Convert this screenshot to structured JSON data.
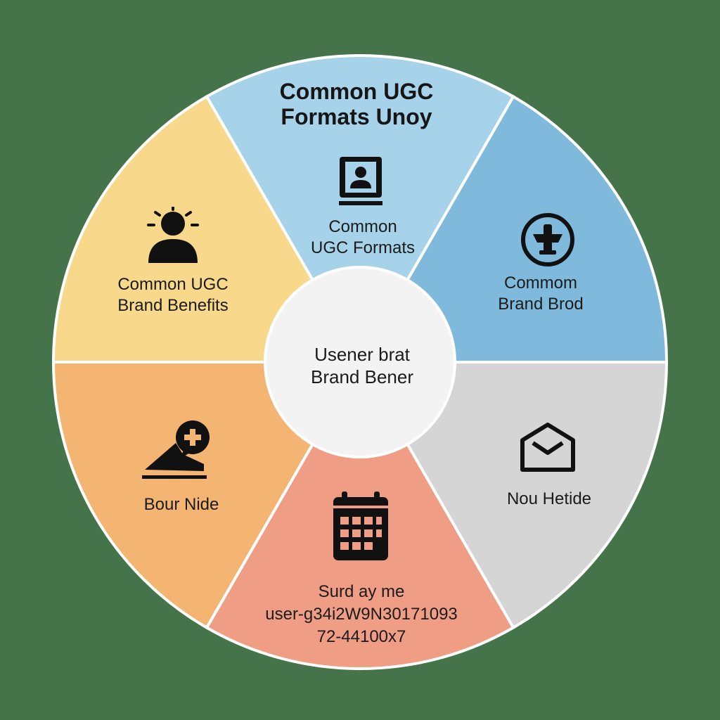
{
  "title": {
    "line1": "Common UGC",
    "line2": "Formats Unoy"
  },
  "hub": {
    "line1": "Usener brat",
    "line2": "Brand Bener"
  },
  "segments": [
    {
      "id": "top",
      "color": "#a6d3ea",
      "icon": "user-portrait-icon",
      "lines": [
        "Common",
        "UGC Formats"
      ]
    },
    {
      "id": "upper-right",
      "color": "#7fbadc",
      "icon": "plane-badge-icon",
      "lines": [
        "Commom",
        "Brand Brod"
      ]
    },
    {
      "id": "lower-right",
      "color": "#d5d5d5",
      "icon": "envelope-icon",
      "lines": [
        "Nou Hetide"
      ]
    },
    {
      "id": "bottom",
      "color": "#ef9e85",
      "icon": "calendar-icon",
      "lines": [
        "Surd ay me",
        "user-g34i2W9N30171093",
        "72-44100x7"
      ]
    },
    {
      "id": "lower-left",
      "color": "#f4b573",
      "icon": "ramp-add-icon",
      "lines": [
        "Bour Nide"
      ]
    },
    {
      "id": "upper-left",
      "color": "#f8d98b",
      "icon": "person-alert-icon",
      "lines": [
        "Common UGC",
        "Brand Benefits"
      ]
    }
  ],
  "colors": {
    "background": "#46744a",
    "hub": "#f3f3f3",
    "divider": "#ffffff"
  }
}
